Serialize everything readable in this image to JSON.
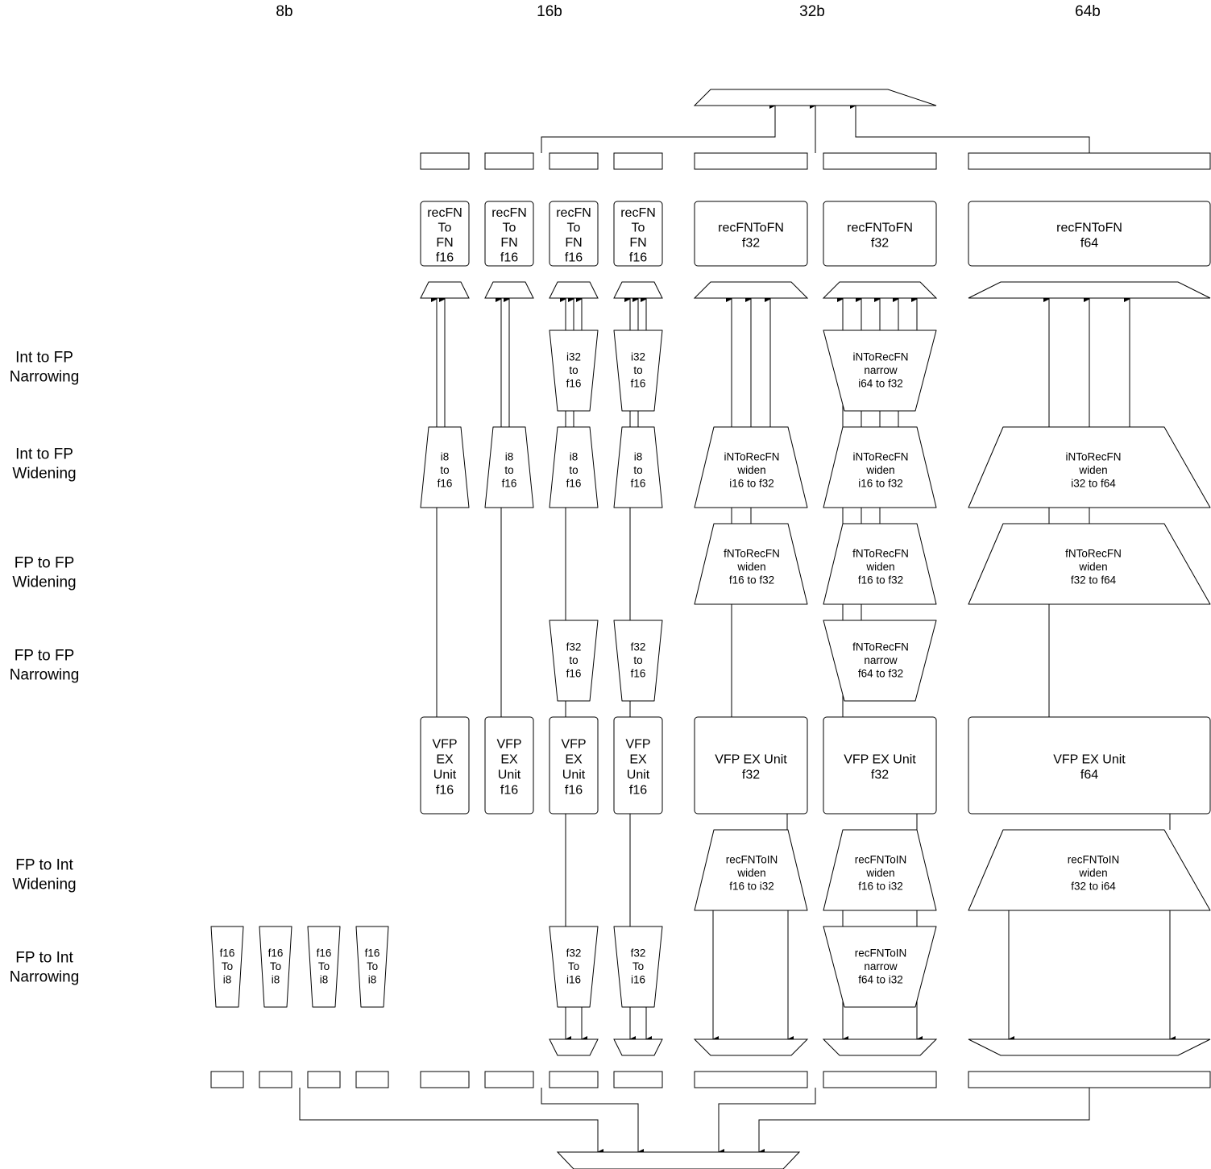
{
  "column_headers": [
    "8b",
    "16b",
    "32b",
    "64b"
  ],
  "row_labels": [
    [
      "Int to FP",
      "Narrowing"
    ],
    [
      "Int to FP",
      "Widening"
    ],
    [
      "FP to FP",
      "Widening"
    ],
    [
      "FP to FP",
      "Narrowing"
    ],
    [
      "FP to Int",
      "Widening"
    ],
    [
      "FP to Int",
      "Narrowing"
    ]
  ],
  "recfn_to_fn": [
    [
      "recFN",
      "To",
      "FN",
      "f16"
    ],
    [
      "recFN",
      "To",
      "FN",
      "f16"
    ],
    [
      "recFN",
      "To",
      "FN",
      "f16"
    ],
    [
      "recFN",
      "To",
      "FN",
      "f16"
    ],
    [
      "recFNToFN",
      "f32"
    ],
    [
      "recFNToFN",
      "f32"
    ],
    [
      "recFNToFN",
      "f64"
    ]
  ],
  "int_to_fp_narrowing": [
    [
      "i32",
      "to",
      "f16"
    ],
    [
      "i32",
      "to",
      "f16"
    ],
    [
      "iNToRecFN",
      "narrow",
      "i64 to f32"
    ]
  ],
  "int_to_fp_widening": [
    [
      "i8",
      "to",
      "f16"
    ],
    [
      "i8",
      "to",
      "f16"
    ],
    [
      "i8",
      "to",
      "f16"
    ],
    [
      "i8",
      "to",
      "f16"
    ],
    [
      "iNToRecFN",
      "widen",
      "i16 to f32"
    ],
    [
      "iNToRecFN",
      "widen",
      "i16 to f32"
    ],
    [
      "iNToRecFN",
      "widen",
      "i32 to f64"
    ]
  ],
  "fp_to_fp_widening": [
    [
      "fNToRecFN",
      "widen",
      "f16 to f32"
    ],
    [
      "fNToRecFN",
      "widen",
      "f16 to f32"
    ],
    [
      "fNToRecFN",
      "widen",
      "f32 to f64"
    ]
  ],
  "fp_to_fp_narrowing": [
    [
      "f32",
      "to",
      "f16"
    ],
    [
      "f32",
      "to",
      "f16"
    ],
    [
      "fNToRecFN",
      "narrow",
      "f64 to f32"
    ]
  ],
  "vfp_ex_units": [
    [
      "VFP",
      "EX",
      "Unit",
      "f16"
    ],
    [
      "VFP",
      "EX",
      "Unit",
      "f16"
    ],
    [
      "VFP",
      "EX",
      "Unit",
      "f16"
    ],
    [
      "VFP",
      "EX",
      "Unit",
      "f16"
    ],
    [
      "VFP EX Unit",
      "f32"
    ],
    [
      "VFP EX Unit",
      "f32"
    ],
    [
      "VFP EX Unit",
      "f64"
    ]
  ],
  "fp_to_int_widening": [
    [
      "recFNToIN",
      "widen",
      "f16 to i32"
    ],
    [
      "recFNToIN",
      "widen",
      "f16 to i32"
    ],
    [
      "recFNToIN",
      "widen",
      "f32 to i64"
    ]
  ],
  "fp_to_int_narrowing_8b": [
    [
      "f16",
      "To",
      "i8"
    ],
    [
      "f16",
      "To",
      "i8"
    ],
    [
      "f16",
      "To",
      "i8"
    ],
    [
      "f16",
      "To",
      "i8"
    ]
  ],
  "fp_to_int_narrowing": [
    [
      "f32",
      "To",
      "i16"
    ],
    [
      "f32",
      "To",
      "i16"
    ],
    [
      "recFNToIN",
      "narrow",
      "f64 to i32"
    ]
  ]
}
